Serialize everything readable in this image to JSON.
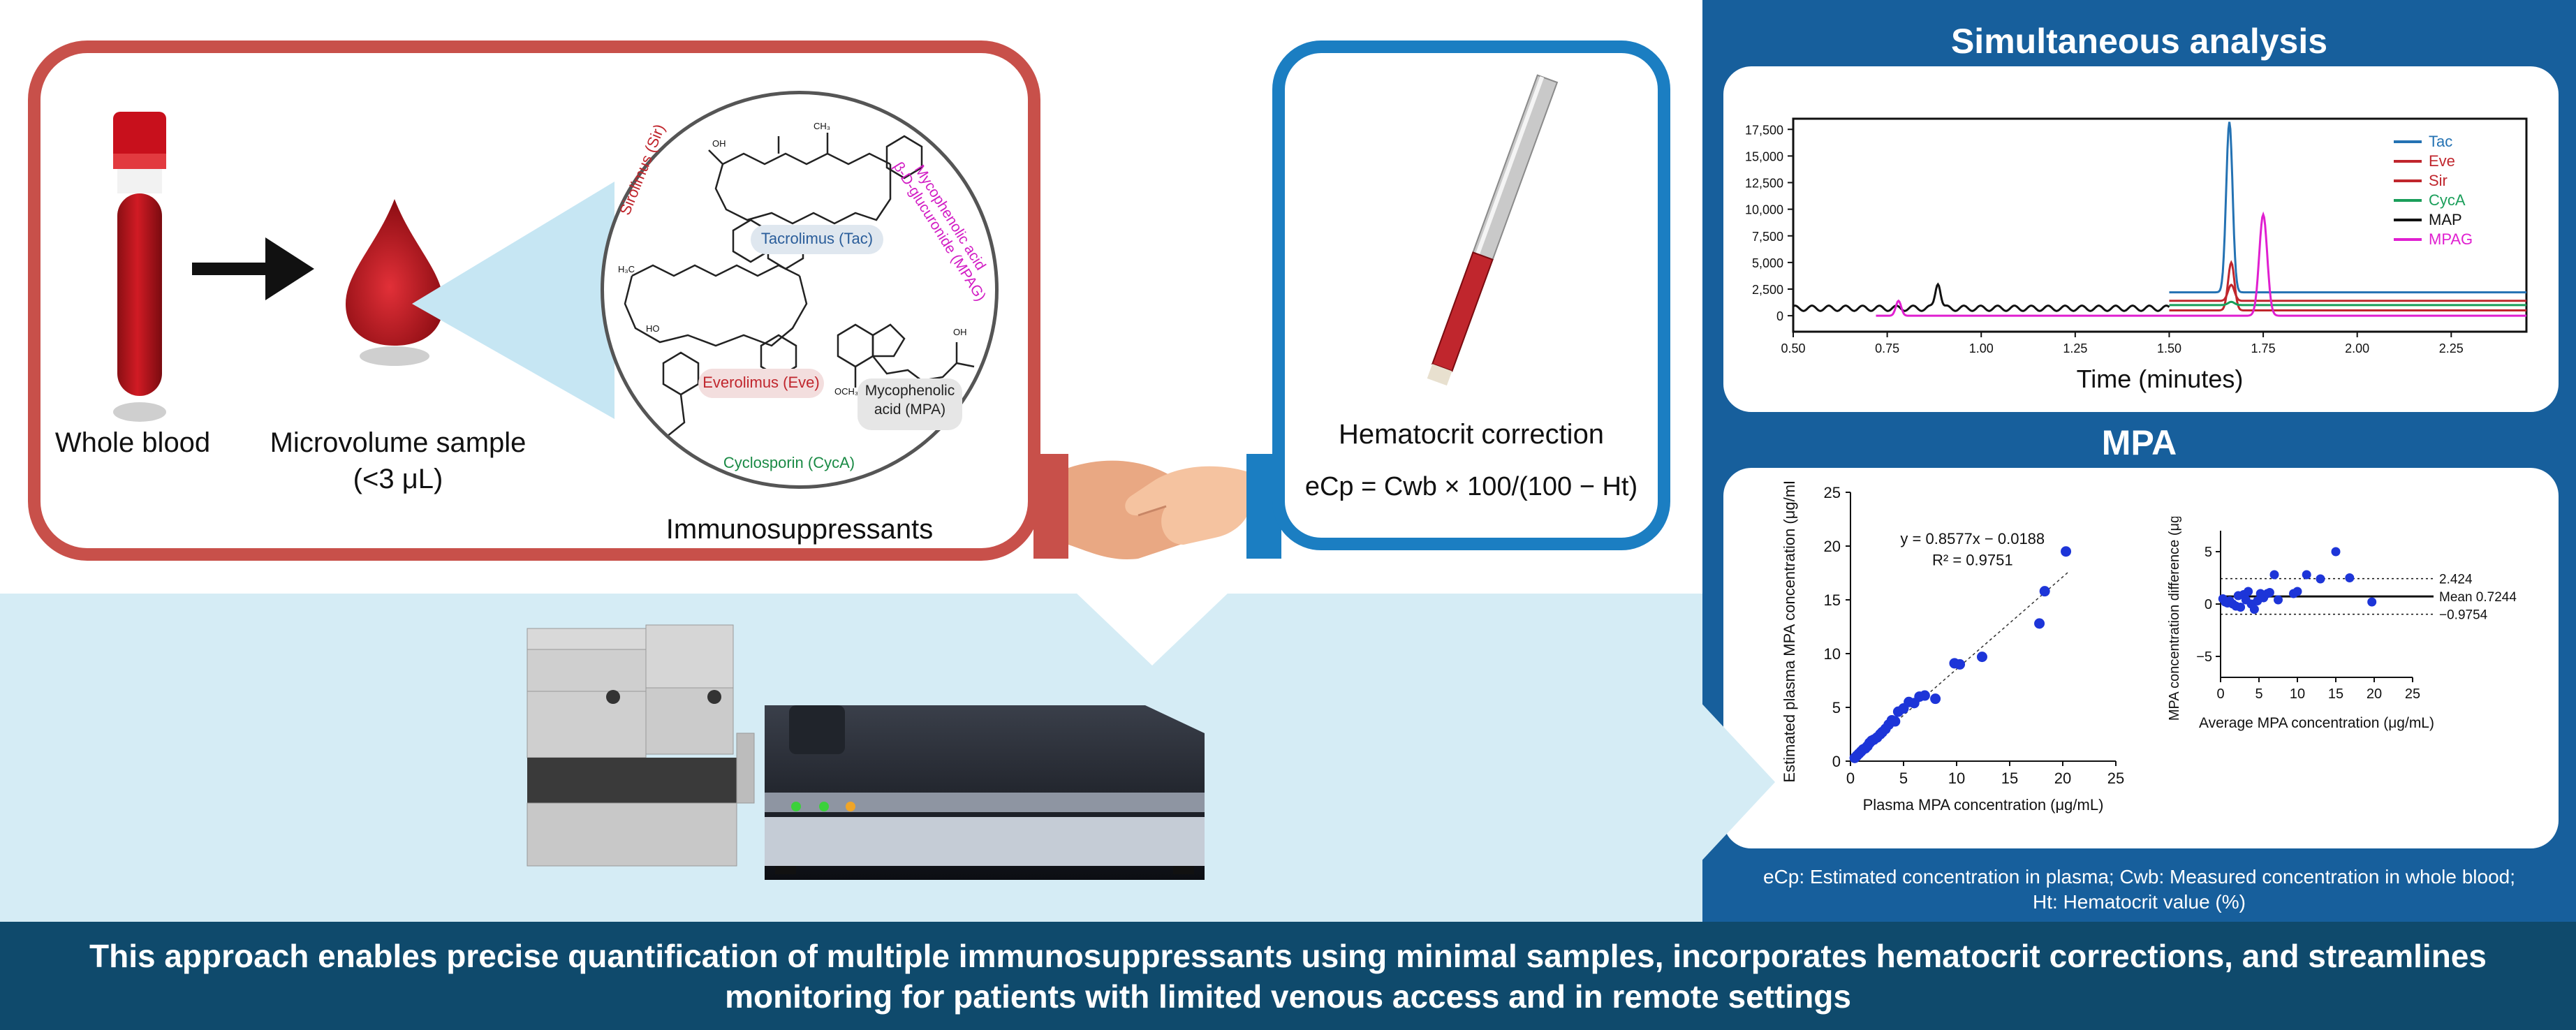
{
  "left": {
    "whole_blood_label": "Whole blood",
    "microvolume_label": "Microvolume sample",
    "microvolume_sub": "(<3 μL)",
    "immunosuppressants_label": "Immunosuppressants",
    "compounds": {
      "sirolimus": "Sirolimus (Sir)",
      "tacrolimus": "Tacrolimus (Tac)",
      "mpag_line1": "Mycophenolic acid",
      "mpag_line2": "β-D-glucuronide (MPAG)",
      "everolimus": "Everolimus (Eve)",
      "mpa_line1": "Mycophenolic",
      "mpa_line2": "acid (MPA)",
      "cyclosporin": "Cyclosporin (CycA)"
    }
  },
  "hematocrit": {
    "title": "Hematocrit correction",
    "formula": "eCp = Cwb × 100/(100 − Ht)"
  },
  "right": {
    "simultaneous_title": "Simultaneous analysis",
    "mpa_title": "MPA",
    "footnote_line1": "eCp: Estimated concentration in plasma; Cwb: Measured concentration in whole blood;",
    "footnote_line2": "Ht: Hematocrit value (%)"
  },
  "footer": {
    "text": "This approach enables precise quantification of multiple immunosuppressants using minimal samples, incorporates hematocrit corrections, and streamlines monitoring for patients with limited venous access and in remote settings"
  },
  "colors": {
    "red_frame": "#c8504a",
    "blue_frame": "#1b7ec2",
    "panel_blue": "#175f9c",
    "footer_blue": "#0f4a6c",
    "band_light_blue": "#d5ecf5"
  },
  "chart_data": [
    {
      "type": "line",
      "xlabel": "Time (minutes)",
      "ylabel": "",
      "xlim": [
        0.5,
        2.45
      ],
      "ylim": [
        -1500,
        18500
      ],
      "xticks": [
        "0.50",
        "0.75",
        "1.00",
        "1.25",
        "1.50",
        "1.75",
        "2.00",
        "2.25"
      ],
      "yticks": [
        "0",
        "2,500",
        "5,000",
        "7,500",
        "10,000",
        "12,500",
        "15,000",
        "17,500"
      ],
      "grid": false,
      "legend_position": "top-right",
      "series": [
        {
          "name": "Tac",
          "color": "#2472b3",
          "baseline": 2200,
          "x_start": 1.5,
          "peak_x": 1.66,
          "peak_height": 16000,
          "peak_width": 0.012
        },
        {
          "name": "Eve",
          "color": "#c0262d",
          "baseline": 500,
          "x_start": 1.5,
          "peak_x": 1.665,
          "peak_height": 4500,
          "peak_width": 0.012
        },
        {
          "name": "Sir",
          "color": "#c0262d",
          "baseline": 1400,
          "x_start": 1.5,
          "peak_x": 1.665,
          "peak_height": 1500,
          "peak_width": 0.012
        },
        {
          "name": "CycA",
          "color": "#1a9e5a",
          "baseline": 1000,
          "x_start": 1.5,
          "peak_x": 1.665,
          "peak_height": 300,
          "peak_width": 0.012
        },
        {
          "name": "MAP",
          "color": "#111111",
          "baseline": 700,
          "x_start": 0.5,
          "x_end": 1.5,
          "peak_x": 0.885,
          "peak_height": 2500,
          "peak_width": 0.01
        },
        {
          "name": "MPAG",
          "color": "#e01fd0",
          "baseline": 0,
          "x_start": 0.72,
          "peak_x": 1.75,
          "peak_height": 9500,
          "peak_width": 0.015,
          "early_peak_x": 0.78,
          "early_peak_height": 1400
        }
      ]
    },
    {
      "type": "scatter",
      "xlabel": "Plasma MPA concentration (μg/mL)",
      "ylabel": "Estimated plasma MPA concentration (μg/mL)",
      "xlim": [
        0,
        25
      ],
      "ylim": [
        0,
        25
      ],
      "xticks": [
        "0",
        "5",
        "10",
        "15",
        "20",
        "25"
      ],
      "yticks": [
        "0",
        "5",
        "10",
        "15",
        "20",
        "25"
      ],
      "annotation_line1": "y = 0.8577x − 0.0188",
      "annotation_line2": "R² = 0.9751",
      "x": [
        0.4,
        0.6,
        0.8,
        1.0,
        1.2,
        1.4,
        1.6,
        1.8,
        2.0,
        2.2,
        2.5,
        2.8,
        3.0,
        3.3,
        3.6,
        3.9,
        4.2,
        4.5,
        5.0,
        5.5,
        6.0,
        6.5,
        7.0,
        8.0,
        9.8,
        10.3,
        12.4,
        17.8,
        18.3,
        20.3
      ],
      "y": [
        0.3,
        0.5,
        0.7,
        0.9,
        1.1,
        1.2,
        1.4,
        1.7,
        1.9,
        2.0,
        2.2,
        2.5,
        2.7,
        3.0,
        3.4,
        3.8,
        3.7,
        4.6,
        4.9,
        5.5,
        5.4,
        6.0,
        6.1,
        5.8,
        9.1,
        9.0,
        9.7,
        12.8,
        15.8,
        19.5
      ]
    },
    {
      "type": "scatter",
      "xlabel": "Average MPA concentration (μg/mL)",
      "ylabel": "MPA concentration difference (μg/mL)",
      "xlim": [
        0,
        25
      ],
      "ylim": [
        -7,
        7
      ],
      "xticks": [
        "0",
        "5",
        "10",
        "15",
        "20",
        "25"
      ],
      "yticks": [
        "5",
        "0",
        "−5"
      ],
      "reference_lines": [
        {
          "label": "2.424",
          "y": 2.424,
          "style": "dotted"
        },
        {
          "label": "Mean 0.7244",
          "y": 0.7244,
          "style": "solid"
        },
        {
          "label": "−0.9754",
          "y": -0.9754,
          "style": "dotted"
        }
      ],
      "x": [
        0.3,
        0.6,
        0.9,
        1.2,
        1.6,
        2.0,
        2.3,
        2.6,
        3.0,
        3.3,
        3.6,
        4.0,
        4.4,
        4.8,
        5.2,
        5.6,
        6.1,
        6.4,
        7.0,
        7.5,
        9.5,
        10.0,
        11.2,
        13.0,
        15.0,
        16.8,
        19.7
      ],
      "y": [
        0.5,
        0.2,
        0.1,
        0.3,
        0.0,
        -0.2,
        0.8,
        -0.3,
        0.9,
        0.4,
        1.2,
        0.0,
        -0.5,
        0.3,
        1.0,
        0.6,
        1.0,
        1.1,
        2.8,
        0.4,
        1.0,
        1.2,
        2.8,
        2.4,
        5.0,
        2.5,
        0.2
      ]
    }
  ]
}
